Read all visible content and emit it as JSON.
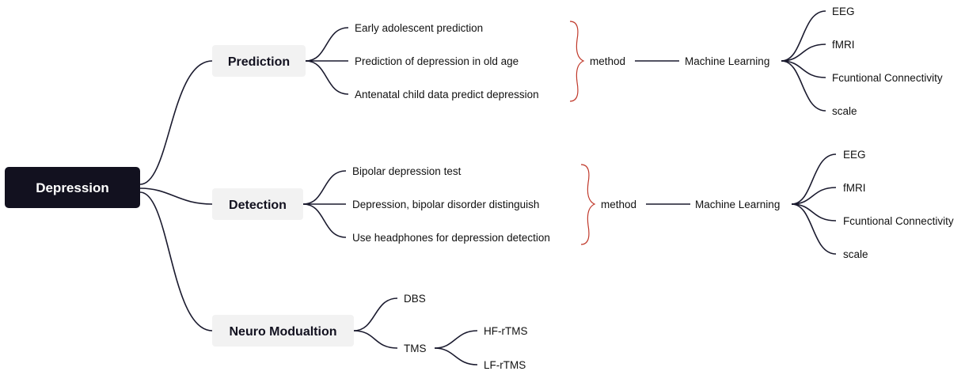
{
  "root": {
    "label": "Depression"
  },
  "branches": {
    "prediction": {
      "label": "Prediction",
      "items": [
        "Early adolescent prediction",
        "Prediction of depression in old age",
        "Antenatal child data predict depression"
      ],
      "method_label": "method",
      "method_value": "Machine Learning",
      "ml_items": [
        "EEG",
        "fMRI",
        "Fcuntional Connectivity",
        "scale"
      ]
    },
    "detection": {
      "label": "Detection",
      "items": [
        "Bipolar depression test",
        "Depression, bipolar disorder distinguish",
        "Use headphones for depression detection"
      ],
      "method_label": "method",
      "method_value": "Machine Learning",
      "ml_items": [
        "EEG",
        "fMRI",
        "Fcuntional Connectivity",
        "scale"
      ]
    },
    "neuro": {
      "label": "Neuro Modualtion",
      "items": [
        "DBS",
        "TMS"
      ],
      "tms_items": [
        "HF-rTMS",
        "LF-rTMS"
      ]
    }
  },
  "colors": {
    "root_fill": "#12111f",
    "branch_fill": "#f2f2f2",
    "line": "#1a1a2e",
    "bracket": "#c0392b"
  }
}
